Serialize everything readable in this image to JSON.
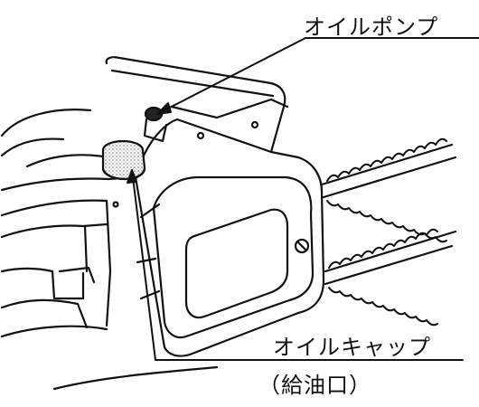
{
  "labels": {
    "oil_pump": "オイルポンプ",
    "oil_cap": "オイルキャップ",
    "fill_port": "（給油口）"
  },
  "colors": {
    "line": "#111111",
    "background": "#ffffff",
    "cap_texture": "#9a9a9a"
  }
}
